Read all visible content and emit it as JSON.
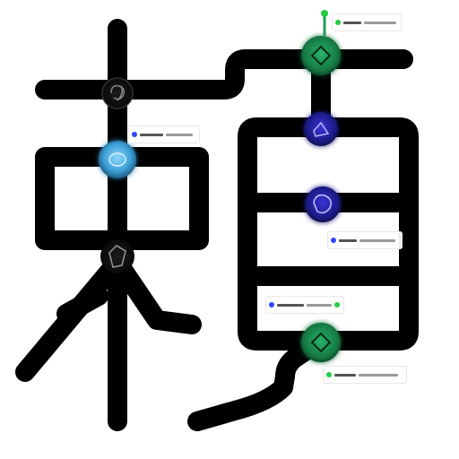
{
  "diagram": {
    "description_label": "",
    "colors": {
      "stroke": "#000000",
      "background": "#ffffff",
      "green_node": "#1f9d55",
      "blue_node": "#2d2fb0",
      "cyan_node": "#56b6e8",
      "dark_node": "#111111",
      "accent_blue": "#3344ff",
      "accent_green": "#22cc44"
    },
    "nodes": [
      {
        "id": "node-top-green",
        "kind": "green",
        "icon": "diamond-glyph-icon"
      },
      {
        "id": "node-swirl",
        "kind": "dark",
        "icon": "swirl-glyph-icon"
      },
      {
        "id": "node-cyan",
        "kind": "cyan",
        "icon": "ellipse-glyph-icon"
      },
      {
        "id": "node-blue-diamond",
        "kind": "blue",
        "icon": "chevron-glyph-icon"
      },
      {
        "id": "node-blue-mid",
        "kind": "blue",
        "icon": "blob-glyph-icon"
      },
      {
        "id": "node-dark-lower",
        "kind": "dark",
        "icon": "polygon-glyph-icon"
      },
      {
        "id": "node-green-lower",
        "kind": "green",
        "icon": "diamond-glyph-icon"
      }
    ],
    "label_chips": [
      {
        "id": "chip-top",
        "accent": "green"
      },
      {
        "id": "chip-upper-left",
        "accent": "blue"
      },
      {
        "id": "chip-mid-right",
        "accent": "blue"
      },
      {
        "id": "chip-lower-left",
        "accent": "green"
      },
      {
        "id": "chip-bottom",
        "accent": "green"
      }
    ]
  }
}
